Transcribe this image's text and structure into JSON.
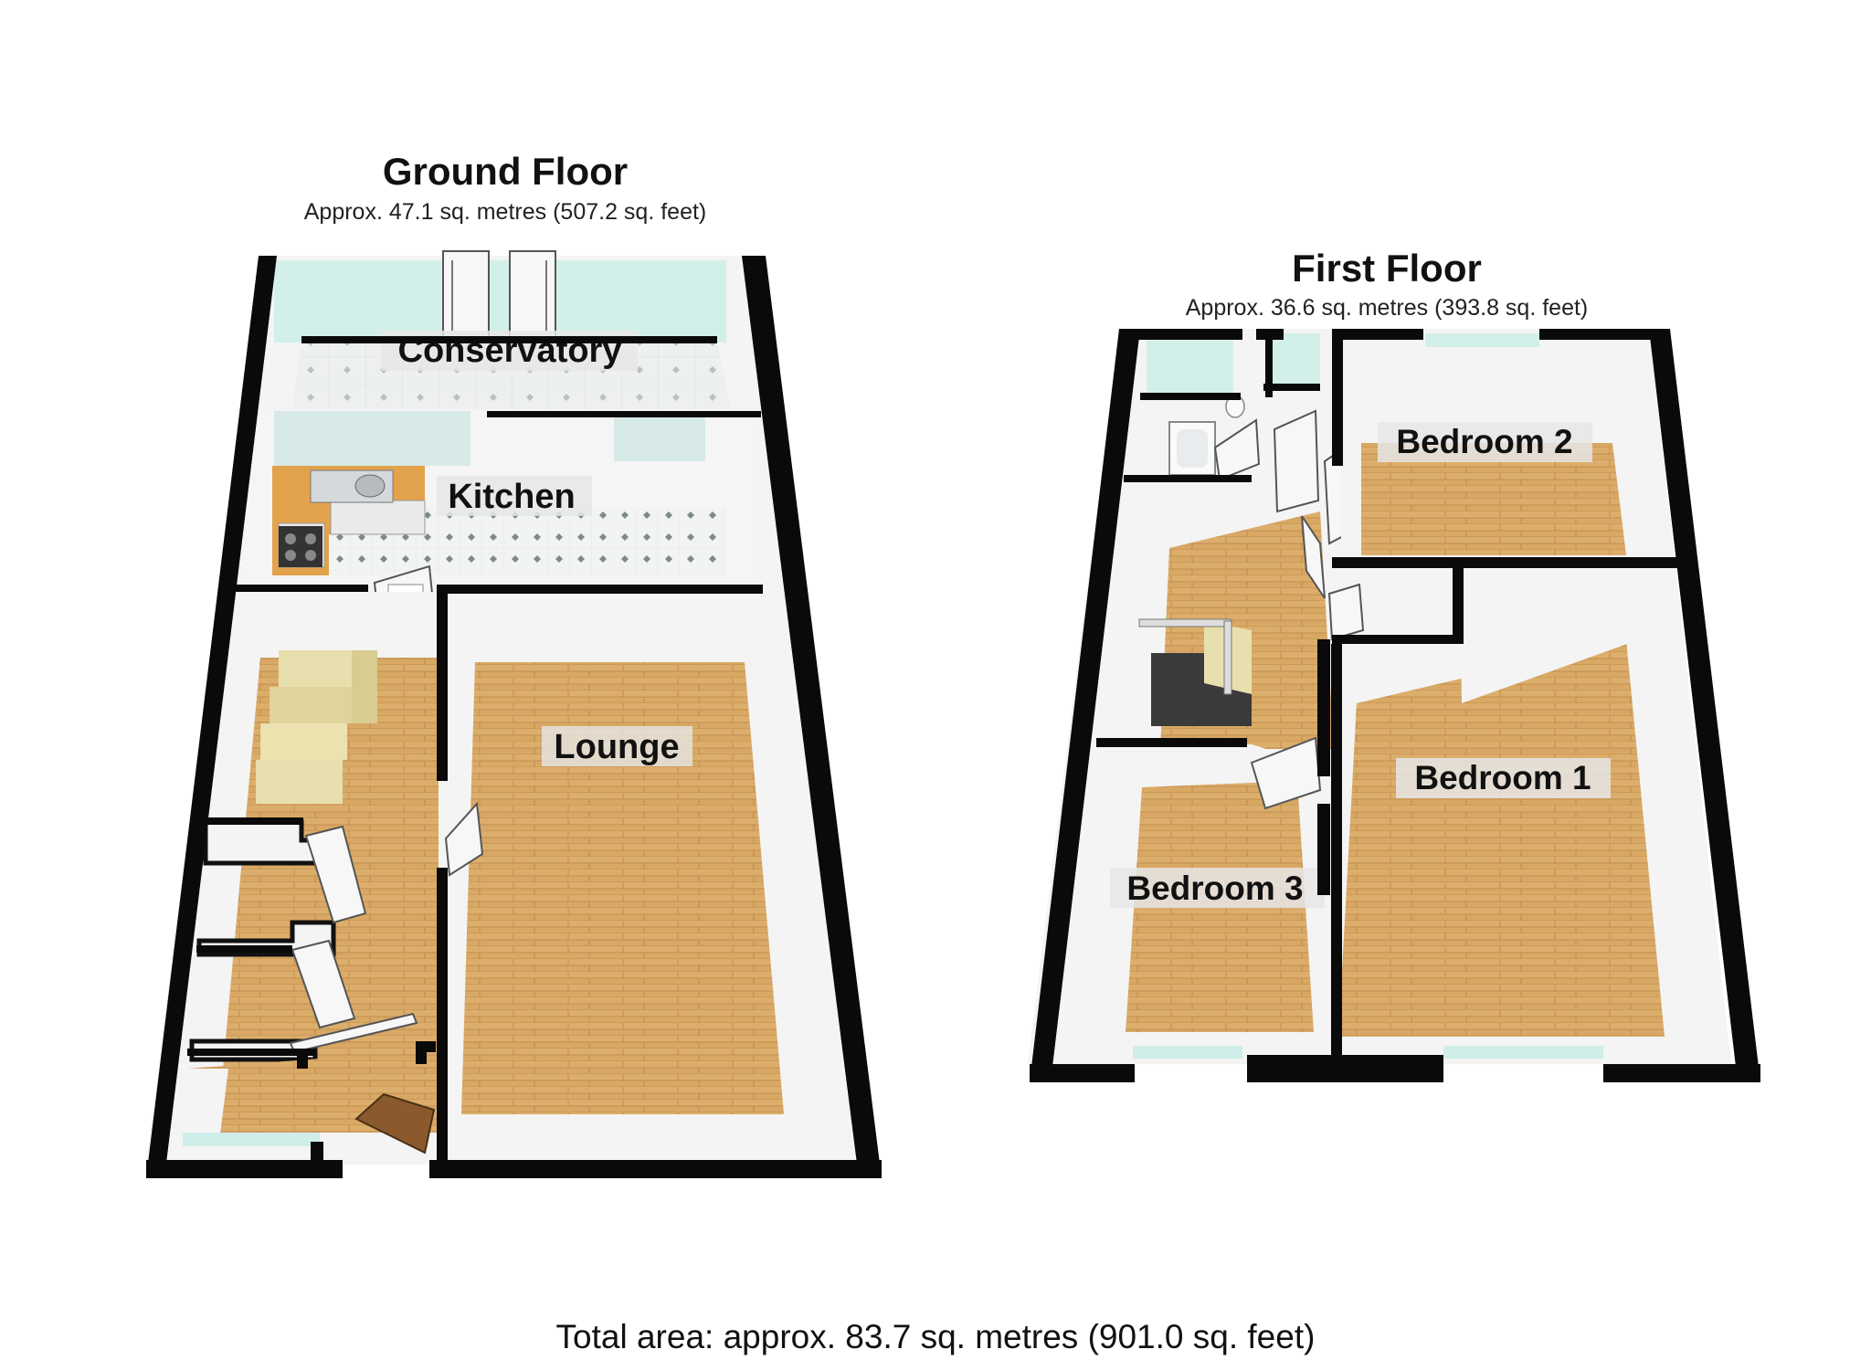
{
  "ground_floor": {
    "title": "Ground Floor",
    "area": "Approx. 47.1 sq. metres (507.2 sq. feet)",
    "rooms": {
      "conservatory": "Conservatory",
      "kitchen": "Kitchen",
      "lounge": "Lounge"
    }
  },
  "first_floor": {
    "title": "First Floor",
    "area": "Approx. 36.6 sq. metres (393.8 sq. feet)",
    "rooms": {
      "bedroom_1": "Bedroom 1",
      "bedroom_2": "Bedroom 2",
      "bedroom_3": "Bedroom 3"
    }
  },
  "total_area": "Total area: approx. 83.7 sq. metres (901.0 sq. feet)",
  "colors": {
    "wall": "#0a0a0a",
    "inner_wall": "#f2f2f2",
    "wood_floor": "#d9a864",
    "wood_floor_dark": "#c28c4a",
    "tile_floor": "#eef0f0",
    "glass": "#cfeee9",
    "worktop": "#e0a04a"
  }
}
